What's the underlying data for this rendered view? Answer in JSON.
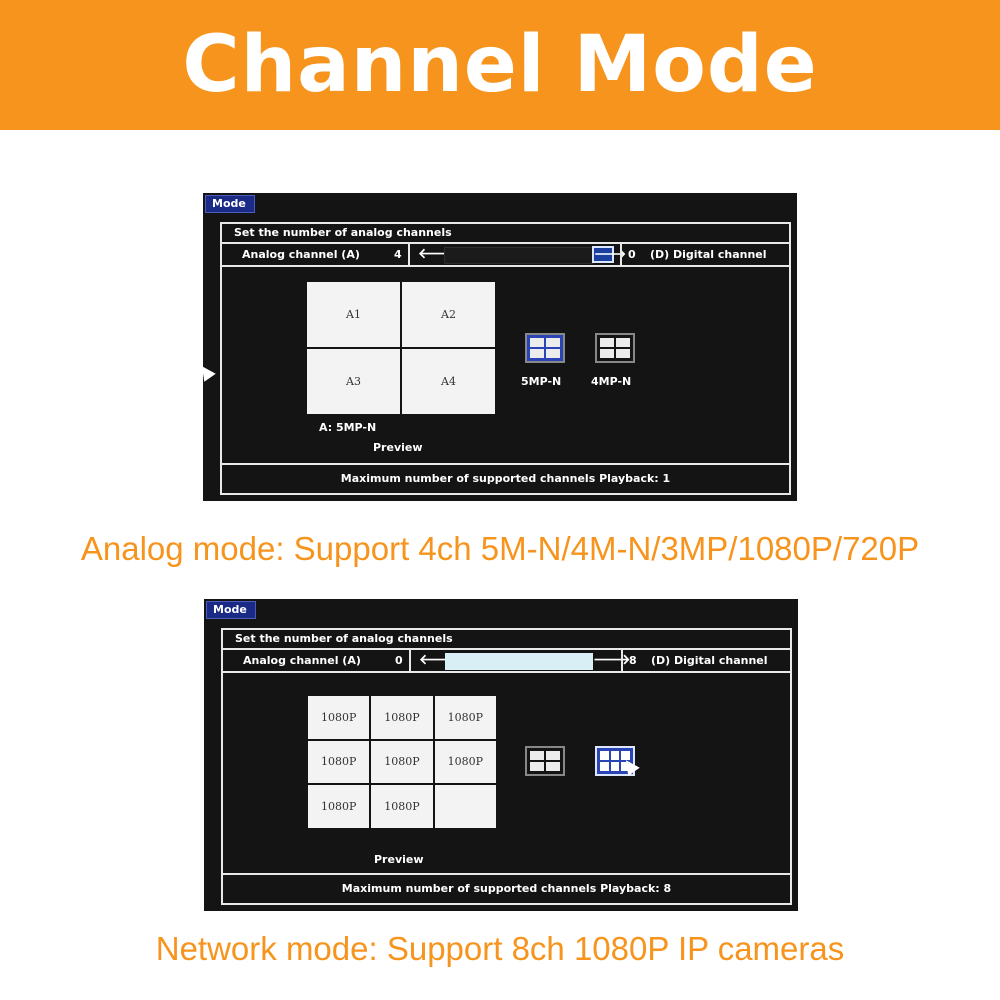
{
  "banner": {
    "title": "Channel Mode"
  },
  "captions": {
    "analog": "Analog mode: Support 4ch 5M-N/4M-N/3MP/1080P/720P",
    "network": "Network mode: Support 8ch 1080P IP cameras"
  },
  "analog_screen": {
    "mode_tab": "Mode",
    "section_title": "Set the number of analog channels",
    "analog_channel_label": "Analog channel (A)",
    "analog_channel_value": "4",
    "digital_channel_value": "0",
    "digital_channel_label": "(D) Digital channel",
    "slider_level": 0,
    "left_arrow": "🡐",
    "right_arrow": "🡒",
    "grid_cells": [
      "A1",
      "A2",
      "A3",
      "A4"
    ],
    "resolution_options": [
      "5MP-N",
      "4MP-N"
    ],
    "selected_option": "5MP-N",
    "grid_caption": "A: 5MP-N",
    "preview_label": "Preview",
    "footer": "Maximum number of supported channels Playback: 1"
  },
  "network_screen": {
    "mode_tab": "Mode",
    "section_title": "Set the number of analog channels",
    "analog_channel_label": "Analog channel (A)",
    "analog_channel_value": "0",
    "digital_channel_value": "8",
    "digital_channel_label": "(D) Digital channel",
    "slider_level": 1,
    "left_arrow": "🡐",
    "right_arrow": "🡒",
    "grid_cells": [
      "1080P",
      "1080P",
      "1080P",
      "1080P",
      "1080P",
      "1080P",
      "1080P",
      "1080P",
      ""
    ],
    "preview_label": "Preview",
    "footer": "Maximum number of supported channels Playback: 8"
  }
}
